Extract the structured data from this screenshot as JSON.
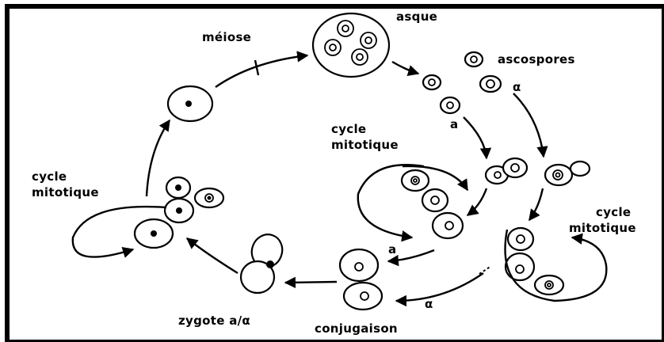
{
  "labels": {
    "meiose": "méiose",
    "asque": "asque",
    "ascospores": "ascospores",
    "alpha_ascospore": "α",
    "a_ascospore": "a",
    "cycle_mitotique_left_line1": "cycle",
    "cycle_mitotique_left_line2": "mitotique",
    "cycle_mitotique_center_line1": "cycle",
    "cycle_mitotique_center_line2": "mitotique",
    "cycle_mitotique_right_line1": "cycle",
    "cycle_mitotique_right_line2": "mitotique",
    "a_conjugation": "a",
    "alpha_conjugation": "α",
    "zygote": "zygote a/α",
    "conjugaison": "conjugaison"
  }
}
